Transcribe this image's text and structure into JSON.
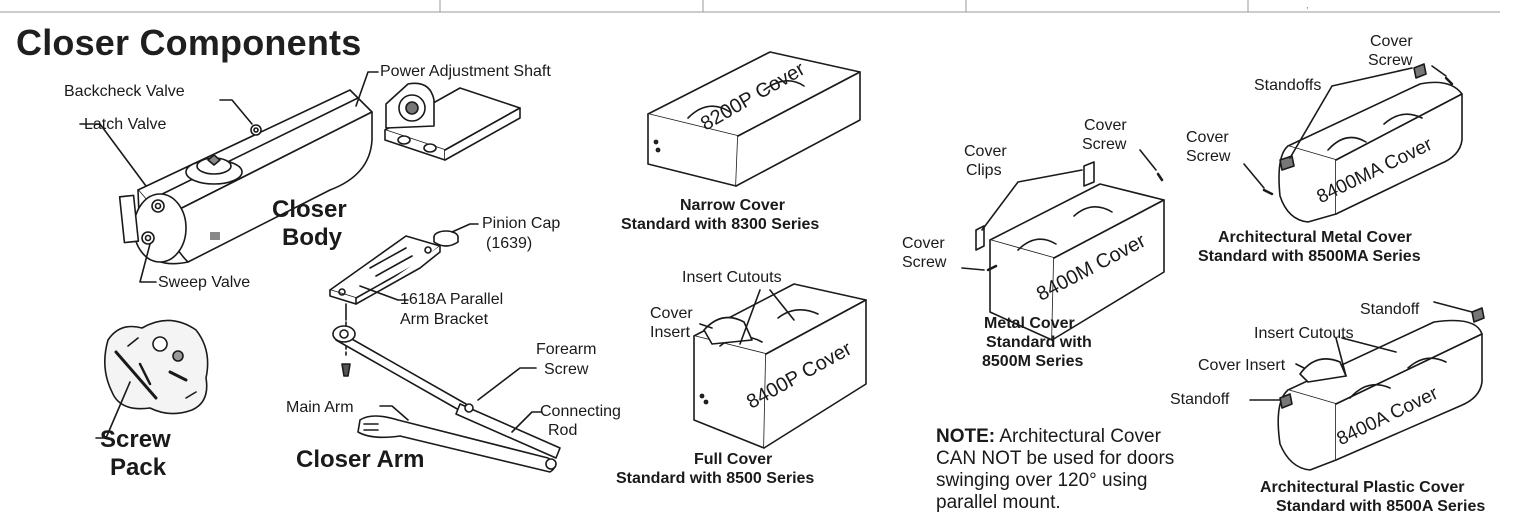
{
  "title": "Closer Components",
  "labels": {
    "backcheck_valve": "Backcheck Valve",
    "latch_valve": "Latch Valve",
    "sweep_valve": "Sweep Valve",
    "power_adjustment_shaft": "Power Adjustment Shaft",
    "closer_body_1": "Closer",
    "closer_body_2": "Body",
    "screw_pack_1": "Screw",
    "screw_pack_2": "Pack",
    "pinion_cap_1": "Pinion Cap",
    "pinion_cap_2": "(1639)",
    "bracket_1": "1618A Parallel",
    "bracket_2": "Arm Bracket",
    "forearm_screw_1": "Forearm",
    "forearm_screw_2": "Screw",
    "main_arm": "Main Arm",
    "connecting_rod_1": "Connecting",
    "connecting_rod_2": "Rod",
    "closer_arm": "Closer Arm",
    "narrow_cover_text": "8200P Cover",
    "full_cover_text": "8400P Cover",
    "insert_cutouts_full": "Insert Cutouts",
    "cover_insert_full_1": "Cover",
    "cover_insert_full_2": "Insert",
    "cover_clips_1": "Cover",
    "cover_clips_2": "Clips",
    "cover_screw_m_left_1": "Cover",
    "cover_screw_m_left_2": "Screw",
    "cover_screw_m_right_1": "Cover",
    "cover_screw_m_right_2": "Screw",
    "metal_cover_text": "8400M Cover",
    "standoffs": "Standoffs",
    "cover_screw_ma_top_1": "Cover",
    "cover_screw_ma_top_2": "Screw",
    "cover_screw_ma_left_1": "Cover",
    "cover_screw_ma_left_2": "Screw",
    "arch_metal_text": "8400MA Cover",
    "standoff_top": "Standoff",
    "insert_cutouts_a": "Insert Cutouts",
    "cover_insert_a": "Cover Insert",
    "standoff_left": "Standoff",
    "arch_plastic_text": "8400A Cover"
  },
  "captions": {
    "narrow_1": "Narrow Cover",
    "narrow_2": "Standard with 8300 Series",
    "full_1": "Full Cover",
    "full_2": "Standard with 8500 Series",
    "metal_1": "Metal Cover",
    "metal_2": "Standard with",
    "metal_3": "8500M Series",
    "arch_metal_1": "Architectural Metal Cover",
    "arch_metal_2": "Standard with 8500MA Series",
    "arch_plastic_1": "Architectural Plastic Cover",
    "arch_plastic_2": "Standard with 8500A Series"
  },
  "note": {
    "label": "NOTE:",
    "text": " Architectural Cover CAN NOT be used for doors swinging over 120° using parallel mount."
  }
}
